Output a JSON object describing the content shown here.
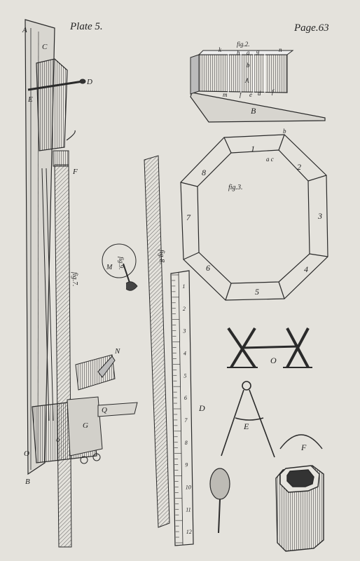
{
  "header": {
    "plate": "Plate 5.",
    "page": "Page.63"
  },
  "fig2": {
    "caption": "fig.2.",
    "top_letters": [
      "k",
      "h",
      "a",
      "g",
      "n"
    ],
    "bottom_letters": [
      "m",
      "f",
      "e",
      "d",
      "f"
    ],
    "b_letter": "b",
    "a_letter": "A",
    "label": "B"
  },
  "fig3": {
    "caption": "fig.3.",
    "numbers": [
      "1",
      "2",
      "3",
      "4",
      "5",
      "6",
      "7",
      "8"
    ],
    "corner_b": "b",
    "corner_ac": "a c"
  },
  "fig7": {
    "caption": "fig.7.",
    "letters": {
      "A": "A",
      "B": "B",
      "C": "C",
      "D": "D",
      "E": "E",
      "F": "F",
      "G": "G",
      "N": "N",
      "O": "O",
      "Q": "Q",
      "o": "o"
    }
  },
  "fig8": {
    "caption": "fig.8."
  },
  "fig9": {
    "caption": "fig.9.",
    "label": "M"
  },
  "ruler": {
    "label": "D",
    "ticks": [
      "1",
      "2",
      "3",
      "4",
      "5",
      "6",
      "7",
      "8",
      "9",
      "10",
      "11",
      "12"
    ]
  },
  "figO": {
    "label": "O"
  },
  "figE": {
    "label": "E"
  },
  "figF": {
    "label": "F"
  }
}
